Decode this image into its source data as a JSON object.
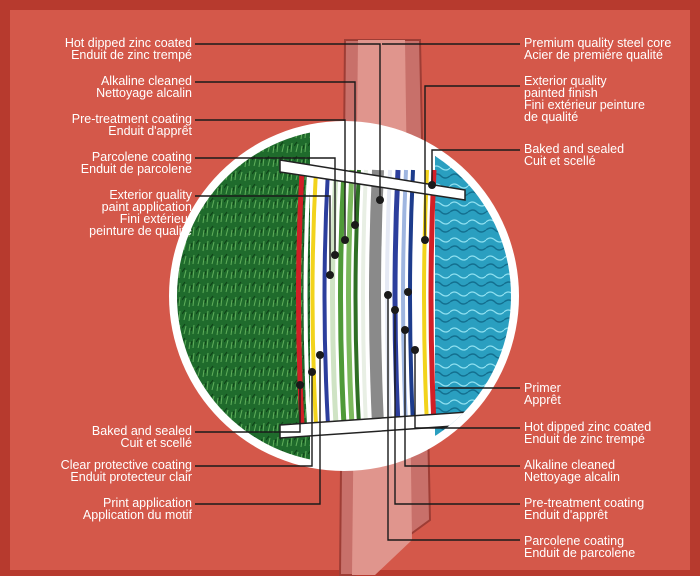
{
  "colors": {
    "background": "#d4584a",
    "frame": "#b73a2e",
    "label_text": "#ffffff",
    "leader_line": "#1a1a1a",
    "grass": "#1f6b2c",
    "water": "#2a9fc0",
    "stripe_red": "#d21f26",
    "stripe_yellow": "#f2d31c",
    "stripe_blue": "#2c3e9c",
    "steel": "#8a8a8a"
  },
  "labels_left": [
    {
      "en": "Hot dipped zinc coated",
      "fr": "Enduit de zinc trempé"
    },
    {
      "en": "Alkaline cleaned",
      "fr": "Nettoyage alcalin"
    },
    {
      "en": "Pre-treatment coating",
      "fr": "Enduit d'apprêt"
    },
    {
      "en": "Parcolene coating",
      "fr": "Enduit de parcolene"
    },
    {
      "en": "Exterior quality",
      "en2": "paint application",
      "fr": "Fini extérieur",
      "fr2": "peinture de qualité"
    },
    {
      "en": "Baked and sealed",
      "fr": "Cuit et scellé"
    },
    {
      "en": "Clear protective coating",
      "fr": "Enduit protecteur clair"
    },
    {
      "en": "Print application",
      "fr": "Application du motif"
    }
  ],
  "labels_right": [
    {
      "en": "Premium quality steel core",
      "fr": "Acier de première qualité"
    },
    {
      "en": "Exterior quality",
      "en2": "painted finish",
      "fr": "Fini extérieur peinture",
      "fr2": "de qualité"
    },
    {
      "en": "Baked and sealed",
      "fr": "Cuit et scellé"
    },
    {
      "en": "Primer",
      "fr": "Apprêt"
    },
    {
      "en": "Hot dipped zinc coated",
      "fr": "Enduit de zinc trempé"
    },
    {
      "en": "Alkaline cleaned",
      "fr": "Nettoyage alcalin"
    },
    {
      "en": "Pre-treatment coating",
      "fr": "Enduit d'apprêt"
    },
    {
      "en": "Parcolene coating",
      "fr": "Enduit de parcolene"
    }
  ]
}
